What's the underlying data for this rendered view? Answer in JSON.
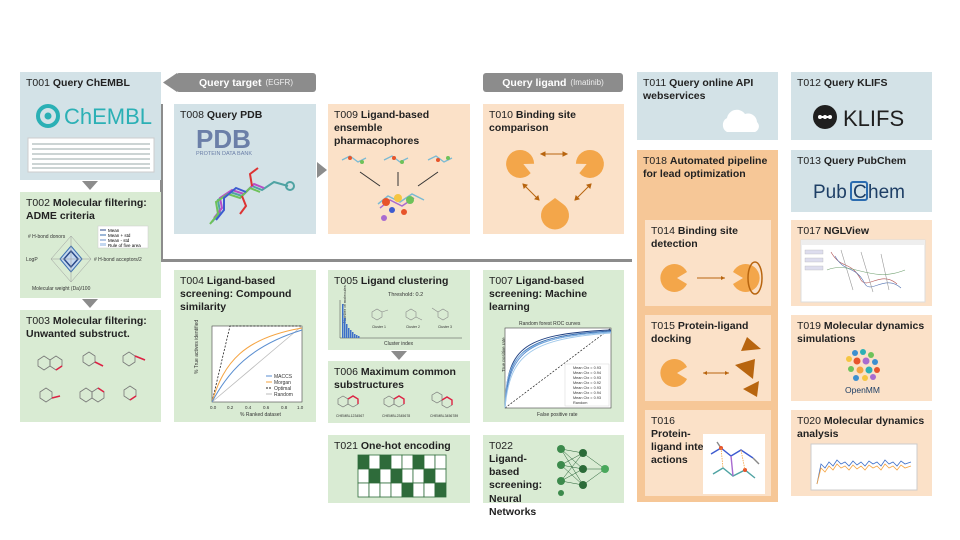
{
  "tags": {
    "query_target": {
      "label": "Query target",
      "sub": "(EGFR)"
    },
    "query_ligand": {
      "label": "Query ligand",
      "sub": "(Imatinib)"
    }
  },
  "cards": {
    "t001": {
      "code": "T001",
      "title": "Query ChEMBL",
      "logo": "ChEMBL"
    },
    "t002": {
      "code": "T002",
      "title": "Molecular filtering: ADME criteria",
      "legend": [
        "Mean",
        "Mean + std",
        "Mean - std",
        "Rule of five area"
      ],
      "axes": [
        "# H-bond donors",
        "LogP",
        "# H-bond acceptors/2",
        "Molecular weight (Da)/100"
      ]
    },
    "t003": {
      "code": "T003",
      "title": "Molecular filtering: Unwanted substruct."
    },
    "t004": {
      "code": "T004",
      "title": "Ligand-based screening: Compound similarity",
      "legend": [
        "MACCS",
        "Morgan",
        "Optimal",
        "Random"
      ],
      "ylabel": "% True actives identified",
      "xlabel": "% Ranked dataset",
      "xticks": [
        "0.0",
        "0.2",
        "0.4",
        "0.6",
        "0.8",
        "1.0"
      ]
    },
    "t005": {
      "code": "T005",
      "title": "Ligand clustering",
      "threshold": "Threshold: 0.2",
      "xlabel": "Cluster index",
      "ylabel": "Number of molecules",
      "clusters": [
        "Cluster 1",
        "Cluster 2",
        "Cluster 3"
      ]
    },
    "t006": {
      "code": "T006",
      "title": "Maximum common substructures",
      "labels": [
        "CHEMBL1234567",
        "CHEMBL2345678",
        "CHEMBL3456789"
      ]
    },
    "t007": {
      "code": "T007",
      "title": "Ligand-based screening: Machine learning",
      "plot_title": "Random forest ROC curves",
      "xlabel": "False positive rate",
      "ylabel": "True positive rate",
      "legend": [
        "Mean Ctx = 0.93",
        "Mean Ctx = 0.94",
        "Mean Ctx = 0.93",
        "Mean Ctx = 0.92",
        "Mean Ctx = 0.93",
        "Mean Ctx = 0.94",
        "Mean Ctx = 0.93",
        "Random"
      ]
    },
    "t008": {
      "code": "T008",
      "title": "Query PDB",
      "logo": "PDB",
      "logo_sub": "PROTEIN DATA BANK"
    },
    "t009": {
      "code": "T009",
      "title": "Ligand-based ensemble pharmacophores"
    },
    "t010": {
      "code": "T010",
      "title": "Binding site comparison"
    },
    "t011": {
      "code": "T011",
      "title": "Query online API webservices"
    },
    "t012": {
      "code": "T012",
      "title": "Query KLIFS",
      "logo": "KLIFS"
    },
    "t013": {
      "code": "T013",
      "title": "Query PubChem",
      "logo_a": "Pub",
      "logo_b": "hem"
    },
    "t014": {
      "code": "T014",
      "title": "Binding site detection"
    },
    "t015": {
      "code": "T015",
      "title": "Protein-ligand docking"
    },
    "t016": {
      "code": "T016",
      "title": "Protein-ligand inter-actions"
    },
    "t017": {
      "code": "T017",
      "title": "NGLView"
    },
    "t018": {
      "code": "T018",
      "title": "Automated pipeline for lead optimization"
    },
    "t019": {
      "code": "T019",
      "title": "Molecular dynamics simulations",
      "logo": "OpenMM"
    },
    "t020": {
      "code": "T020",
      "title": "Molecular dynamics analysis"
    },
    "t021": {
      "code": "T021",
      "title": "One-hot encoding"
    },
    "t022": {
      "code": "T022",
      "title": "Ligand-based screening: Neural Networks"
    }
  },
  "colors": {
    "blue": "#d3e2e7",
    "green": "#d9ebd3",
    "orange": "#fbe1c8",
    "orange_dark": "#f6c797",
    "pacman": "#f3a64a",
    "arrow": "#8c8c8c",
    "dark_orange": "#b8650f"
  }
}
